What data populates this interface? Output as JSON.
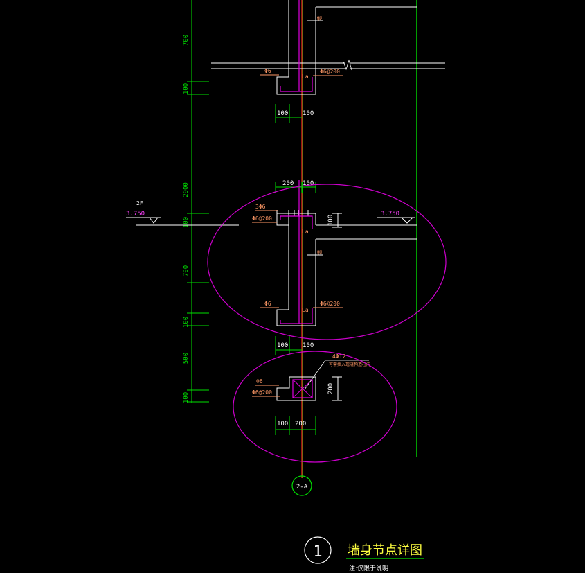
{
  "colors": {
    "background": "#000000",
    "wall": "#ffffff",
    "axis": "#ff2020",
    "dimension": "#00e000",
    "rebar": "#e000e0",
    "annotation": "#ff9966",
    "elevation": "#ff40ff",
    "cloud": "#cc00cc",
    "title": "#ffff40"
  },
  "vertical_dims": [
    "700",
    "100",
    "2900",
    "100",
    "700",
    "100",
    "500",
    "100"
  ],
  "horizontal_dims": {
    "upper": [
      "100",
      "100"
    ],
    "middle_top": [
      "200",
      "100"
    ],
    "middle_bottom": [
      "100",
      "100"
    ],
    "bottom": [
      "100",
      "200"
    ]
  },
  "side_dims": {
    "slab": "100",
    "column": "200"
  },
  "rebar_labels": {
    "top_phi6": "Φ6",
    "top_spacing": "Φ6@200",
    "mid_3phi6": "3Φ6",
    "mid_spacing_left": "Φ6@200",
    "lower_phi6": "Φ6",
    "lower_spacing": "Φ6@200",
    "bot_phi6": "Φ6",
    "bot_spacing": "Φ6@200",
    "column_bars": "4Φ12"
  },
  "la_labels": [
    "La",
    "La",
    "La"
  ],
  "wall_note": "墙",
  "column_note": "可套插入现浇构造柱内",
  "floor": {
    "name": "2F",
    "elevation_left": "3.750",
    "elevation_right": "3.750"
  },
  "axis_bubble": "2-A",
  "detail": {
    "number": "1",
    "title": "墙身节点详图",
    "note": "注:仅限于说明"
  }
}
